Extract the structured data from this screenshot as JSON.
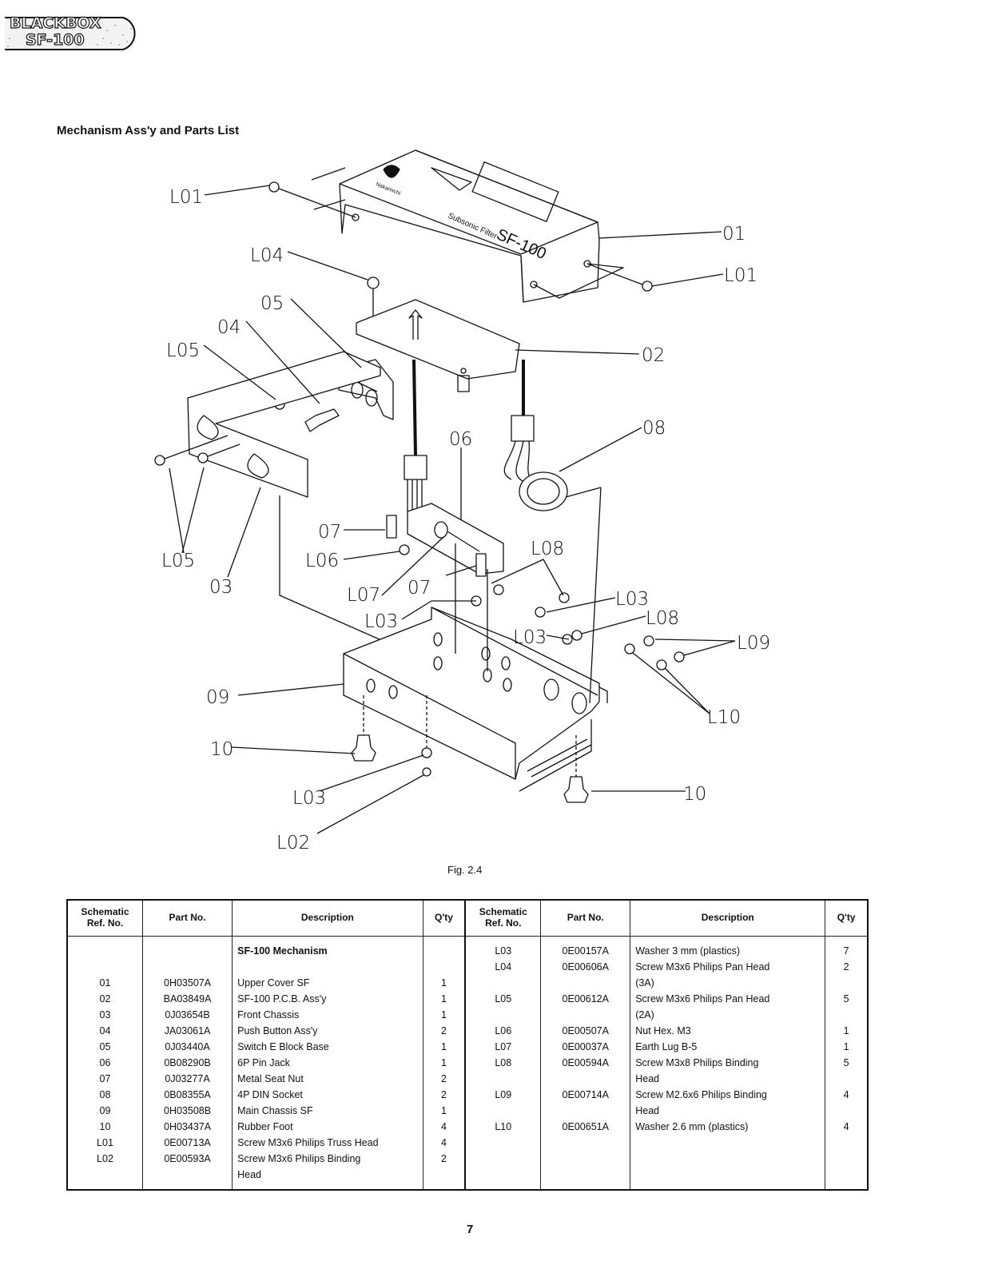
{
  "header": {
    "logo_line1": "BLACKBOX",
    "logo_line2": "SF-100",
    "section_title": "Mechanism Ass'y and Parts List"
  },
  "diagram": {
    "cover_brand": "Nakamichi",
    "cover_text": "Subsonic Filter SF-100",
    "callouts": {
      "L01_left": "L01",
      "L01_right": "L01",
      "c01": "01",
      "L04": "L04",
      "c05": "05",
      "c04": "04",
      "L05_top": "L05",
      "c02": "02",
      "c08": "08",
      "c06": "06",
      "c07_top": "07",
      "L06": "L06",
      "L05_bottom": "L05",
      "c03": "03",
      "L07": "L07",
      "c07_mid": "07",
      "L08_top": "L08",
      "L03_a": "L03",
      "L03_b": "L03",
      "L08_mid": "L08",
      "L03_c": "L03",
      "L09": "L09",
      "c09": "09",
      "L10": "L10",
      "c10_left": "10",
      "c10_right": "10",
      "L03_d": "L03",
      "L02": "L02"
    },
    "caption": "Fig. 2.4"
  },
  "table": {
    "headers": {
      "ref": [
        "Schematic",
        "Ref. No."
      ],
      "part": "Part No.",
      "desc": "Description",
      "qty": "Q'ty"
    },
    "left": {
      "ref": [
        "",
        "",
        "01",
        "02",
        "03",
        "04",
        "05",
        "06",
        "07",
        "08",
        "09",
        "10",
        "L01",
        "L02",
        ""
      ],
      "part": [
        "",
        "",
        "0H03507A",
        "BA03849A",
        "0J03654B",
        "JA03061A",
        "0J03440A",
        "0B08290B",
        "0J03277A",
        "0B08355A",
        "0H03508B",
        "0H03437A",
        "0E00713A",
        "0E00593A",
        ""
      ],
      "desc": [
        "SF-100 Mechanism",
        "",
        "Upper Cover SF",
        "SF-100 P.C.B. Ass'y",
        "Front Chassis",
        "Push Button Ass'y",
        "Switch E Block Base",
        "6P Pin Jack",
        "Metal Seat Nut",
        "4P DIN Socket",
        "Main Chassis SF",
        "Rubber Foot",
        "Screw M3x6 Philips Truss Head",
        "Screw M3x6 Philips Binding",
        "Head"
      ],
      "qty": [
        "",
        "",
        "1",
        "1",
        "1",
        "2",
        "1",
        "1",
        "2",
        "2",
        "1",
        "4",
        "4",
        "2",
        ""
      ]
    },
    "right": {
      "ref": [
        "L03",
        "L04",
        "",
        "L05",
        "",
        "L06",
        "L07",
        "L08",
        "",
        "L09",
        "",
        "L10"
      ],
      "part": [
        "0E00157A",
        "0E00606A",
        "",
        "0E00612A",
        "",
        "0E00507A",
        "0E00037A",
        "0E00594A",
        "",
        "0E00714A",
        "",
        "0E00651A"
      ],
      "desc": [
        "Washer 3 mm (plastics)",
        "Screw M3x6 Philips Pan Head",
        "(3A)",
        "Screw M3x6 Philips Pan Head",
        "(2A)",
        "Nut Hex. M3",
        "Earth Lug B-5",
        "Screw M3x8 Philips Binding",
        "Head",
        "Screw M2.6x6 Philips Binding",
        "Head",
        "Washer 2.6 mm (plastics)"
      ],
      "qty": [
        "7",
        "2",
        "",
        "5",
        "",
        "1",
        "1",
        "5",
        "",
        "4",
        "",
        "4"
      ]
    }
  },
  "footer": {
    "page_number": "7"
  }
}
